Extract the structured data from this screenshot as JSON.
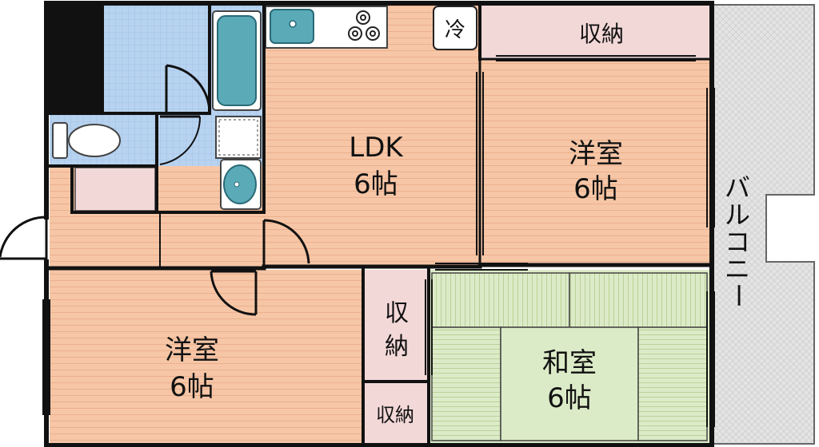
{
  "rooms": {
    "ldk": {
      "name": "LDK",
      "size": "6帖"
    },
    "western_bedroom_right": {
      "name": "洋室",
      "size": "6帖"
    },
    "western_bedroom_left": {
      "name": "洋室",
      "size": "6帖"
    },
    "japanese_room": {
      "name": "和室",
      "size": "6帖"
    }
  },
  "storage": {
    "top": "収納",
    "middle_line1": "収",
    "middle_line2": "納",
    "bottom": "収納"
  },
  "fridge": "冷",
  "balcony": {
    "chars": [
      "バ",
      "ル",
      "コ",
      "ニ",
      "ー"
    ]
  },
  "colors": {
    "wood_floor": "#f6c6a6",
    "wood_line": "#eab08e",
    "tatami": "#dcebc7",
    "tatami_line": "#b9d29a",
    "tile": "#b8d3f0",
    "closet": "#f3d8d8",
    "balcony": "#e4e4e4",
    "fixture": "#5aaab8",
    "wall": "#111111"
  }
}
